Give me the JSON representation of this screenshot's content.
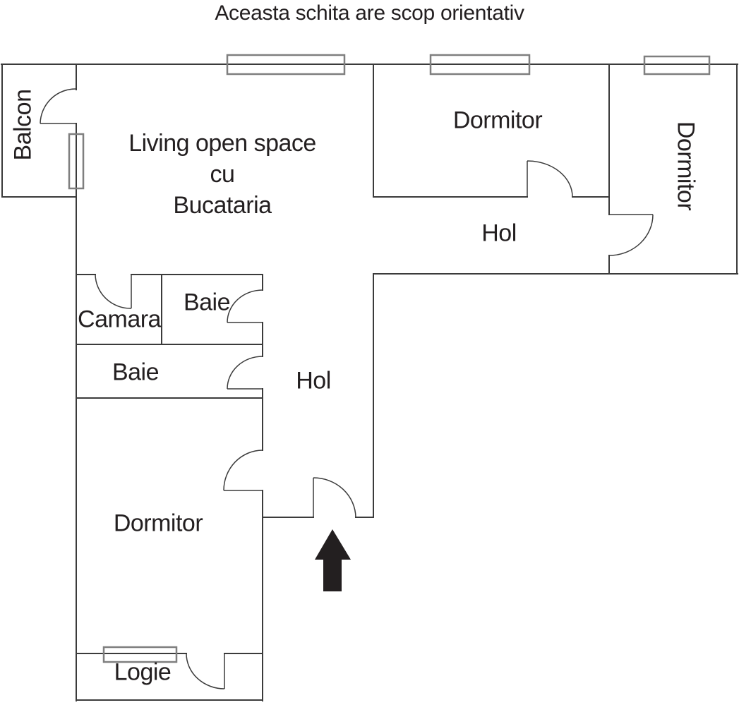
{
  "title": "Aceasta schita are scop orientativ",
  "rooms": {
    "balcon": "Balcon",
    "living": {
      "line1": "Living open space",
      "line2": "cu",
      "line3": "Bucataria"
    },
    "dormitor_top": "Dormitor",
    "dormitor_right": "Dormitor",
    "hol_upper": "Hol",
    "camara": "Camara",
    "baie_upper": "Baie",
    "baie_lower": "Baie",
    "hol_lower": "Hol",
    "dormitor_lower": "Dormitor",
    "logie": "Logie"
  },
  "icons": {
    "entrance_arrow": "up-arrow"
  },
  "colors": {
    "wall": "#3b3b3b",
    "window": "#7f7f7f",
    "arrow": "#231f20",
    "text": "#231f20",
    "background": "#ffffff"
  }
}
